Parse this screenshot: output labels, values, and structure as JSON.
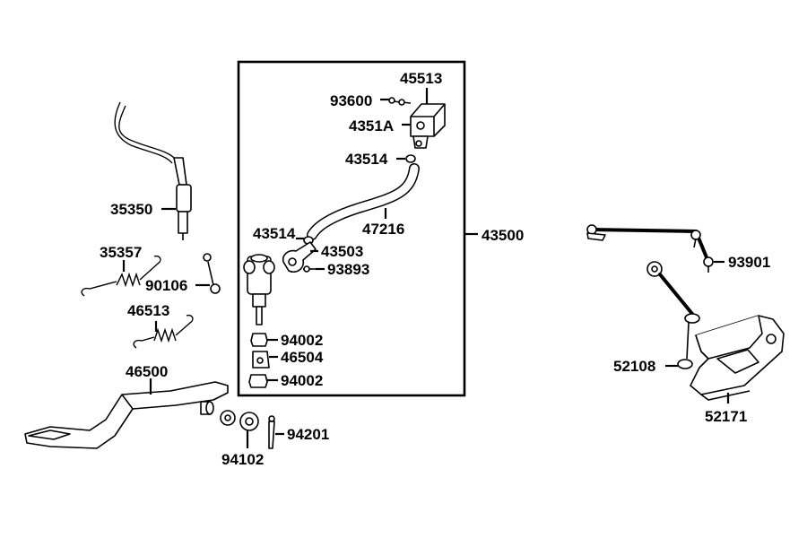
{
  "labels": {
    "p45513": "45513",
    "p93600": "93600",
    "p4351A": "4351A",
    "p43514_top": "43514",
    "p47216": "47216",
    "p43500": "43500",
    "p43514_bot": "43514",
    "p43503": "43503",
    "p93893": "93893",
    "p94002_top": "94002",
    "p46504": "46504",
    "p94002_bot": "94002",
    "p35350": "35350",
    "p35357": "35357",
    "p90106": "90106",
    "p46513": "46513",
    "p46500": "46500",
    "p94201": "94201",
    "p94102": "94102",
    "p93901": "93901",
    "p52108": "52108",
    "p52171": "52171"
  }
}
